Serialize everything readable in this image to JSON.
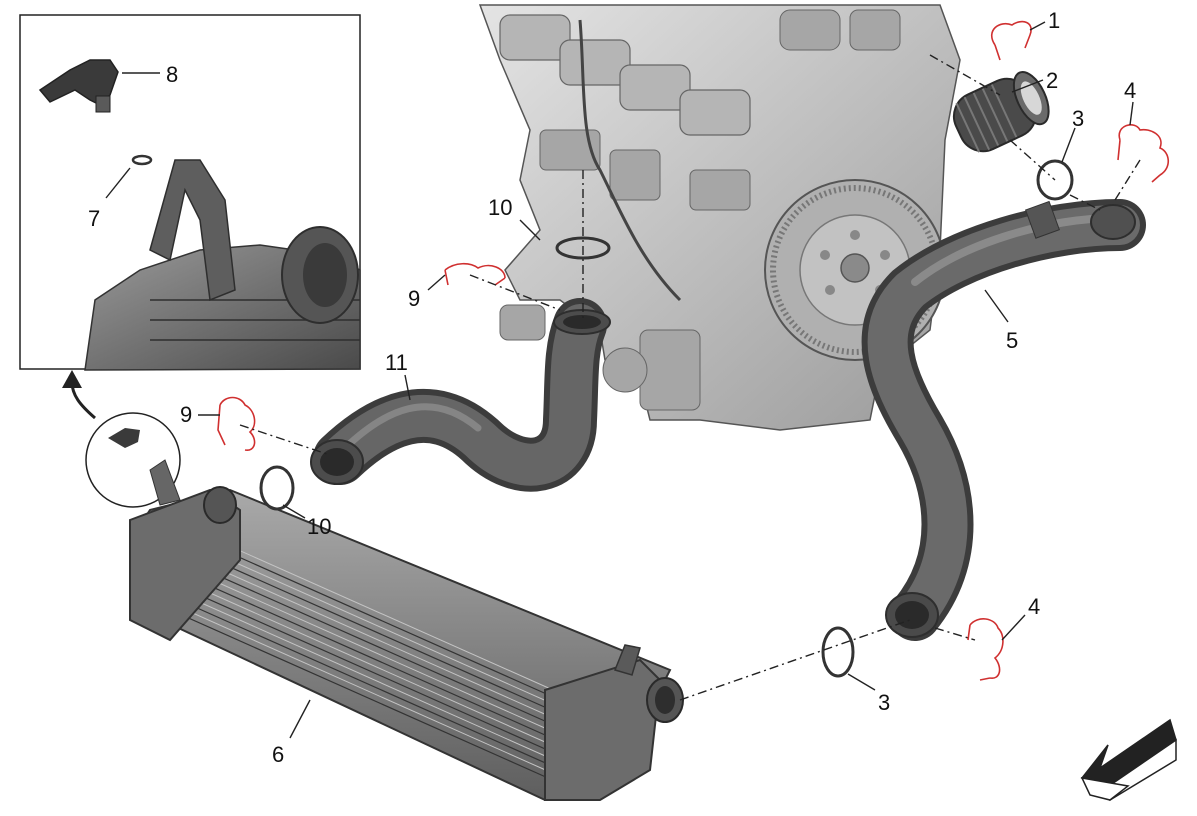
{
  "callouts": [
    "1",
    "2",
    "3",
    "4",
    "5",
    "6",
    "7",
    "8",
    "9",
    "10",
    "11"
  ],
  "colors": {
    "hose": "#5f5f5f",
    "hose_dark": "#3c3c3c",
    "engine": "#c9c9c9",
    "engine_dark": "#8e8e8e",
    "clip": "#d03030",
    "line": "#222222"
  },
  "icons": [
    "direction-arrow-icon",
    "zoom-arrow-icon"
  ]
}
